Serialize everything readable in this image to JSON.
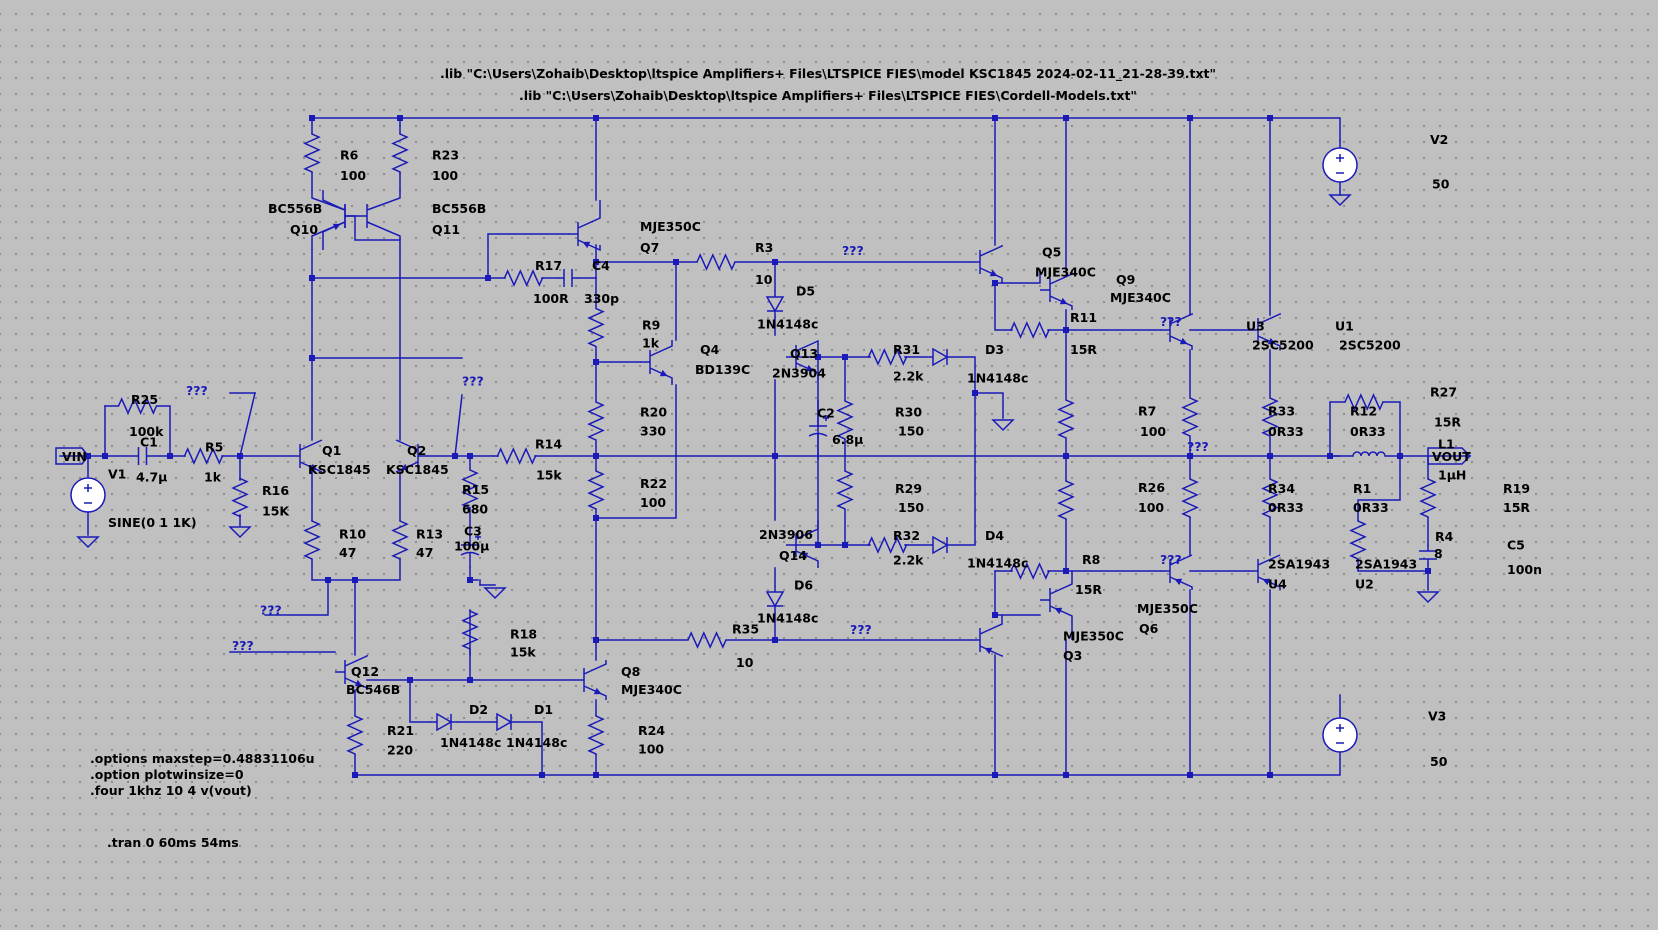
{
  "directives": {
    "lib1": ".lib \"C:\\Users\\Zohaib\\Desktop\\ltspice Amplifiers+ Files\\LTSPICE FIES\\model KSC1845 2024-02-11_21-28-39.txt\"",
    "lib2": ".lib \"C:\\Users\\Zohaib\\Desktop\\ltspice Amplifiers+ Files\\LTSPICE FIES\\Cordell-Models.txt\"",
    "options1": ".options maxstep=0.48831106u",
    "options2": ".option plotwinsize=0",
    "four": ".four 1khz 10 4 v(vout)",
    "tran": ".tran 0 60ms 54ms"
  },
  "ports": {
    "vin": "VIN",
    "vout": "VOUT"
  },
  "net_flag": "???",
  "colors": {
    "wire": "#1a1ab8",
    "background": "#c0c0c0",
    "grid": "#7a7a7a",
    "text": "#000000"
  },
  "components": {
    "R6": {
      "name": "R6",
      "value": "100"
    },
    "R23": {
      "name": "R23",
      "value": "100"
    },
    "Q10": {
      "name": "Q10",
      "model": "BC556B"
    },
    "Q11": {
      "name": "Q11",
      "model": "BC556B"
    },
    "Q7": {
      "name": "Q7",
      "model": "MJE350C"
    },
    "R17": {
      "name": "R17",
      "value": "100R"
    },
    "C4": {
      "name": "C4",
      "value": "330p"
    },
    "R3": {
      "name": "R3",
      "value": "10"
    },
    "D5": {
      "name": "D5",
      "model": "1N4148c"
    },
    "Q5": {
      "name": "Q5",
      "model": "MJE340C"
    },
    "Q9": {
      "name": "Q9",
      "model": "MJE340C"
    },
    "R11": {
      "name": "R11",
      "value": "15R"
    },
    "U3": {
      "name": "U3",
      "model": "2SC5200"
    },
    "U1": {
      "name": "U1",
      "model": "2SC5200"
    },
    "V2": {
      "name": "V2",
      "value": "50"
    },
    "R9": {
      "name": "R9",
      "value": "1k"
    },
    "Q4": {
      "name": "Q4",
      "model": "BD139C"
    },
    "Q13": {
      "name": "Q13",
      "model": "2N3904"
    },
    "R31": {
      "name": "R31",
      "value": "2.2k"
    },
    "D3": {
      "name": "D3",
      "model": "1N4148c"
    },
    "C2": {
      "name": "C2",
      "value": "6.8µ"
    },
    "R30": {
      "name": "R30",
      "value": "150"
    },
    "R7": {
      "name": "R7",
      "value": "100"
    },
    "R33": {
      "name": "R33",
      "value": "0R33"
    },
    "R12": {
      "name": "R12",
      "value": "0R33"
    },
    "R27": {
      "name": "R27",
      "value": "15R"
    },
    "L1": {
      "name": "L1",
      "value": "1µH"
    },
    "R25": {
      "name": "R25",
      "value": "100k"
    },
    "C1": {
      "name": "C1",
      "value": "4.7µ"
    },
    "R5": {
      "name": "R5",
      "value": "1k"
    },
    "V1": {
      "name": "V1",
      "value": "SINE(0 1 1K)"
    },
    "R16": {
      "name": "R16",
      "value": "15K"
    },
    "Q1": {
      "name": "Q1",
      "model": "KSC1845"
    },
    "Q2": {
      "name": "Q2",
      "model": "KSC1845"
    },
    "R15": {
      "name": "R15",
      "value": "680"
    },
    "C3": {
      "name": "C3",
      "value": "100µ"
    },
    "R14": {
      "name": "R14",
      "value": "15k"
    },
    "R20": {
      "name": "R20",
      "value": "330"
    },
    "R22": {
      "name": "R22",
      "value": "100"
    },
    "R29": {
      "name": "R29",
      "value": "150"
    },
    "R26": {
      "name": "R26",
      "value": "100"
    },
    "R34": {
      "name": "R34",
      "value": "0R33"
    },
    "R1": {
      "name": "R1",
      "value": "0R33"
    },
    "R19": {
      "name": "R19",
      "value": "15R"
    },
    "R10": {
      "name": "R10",
      "value": "47"
    },
    "R13": {
      "name": "R13",
      "value": "47"
    },
    "Q14": {
      "name": "Q14",
      "model": "2N3906"
    },
    "R32": {
      "name": "R32",
      "value": "2.2k"
    },
    "D4": {
      "name": "D4",
      "model": "1N4148c"
    },
    "R4": {
      "name": "R4",
      "value": "8"
    },
    "C5": {
      "name": "C5",
      "value": "100n"
    },
    "R8": {
      "name": "R8",
      "value": "15R"
    },
    "U4": {
      "name": "U4",
      "model": "2SA1943"
    },
    "U2": {
      "name": "U2",
      "model": "2SA1943"
    },
    "Q6": {
      "name": "Q6",
      "model": "MJE350C"
    },
    "D6": {
      "name": "D6",
      "model": "1N4148c"
    },
    "R18": {
      "name": "R18",
      "value": "15k"
    },
    "R35": {
      "name": "R35",
      "value": "10"
    },
    "Q3": {
      "name": "Q3",
      "model": "MJE350C"
    },
    "Q12": {
      "name": "Q12",
      "model": "BC546B"
    },
    "Q8": {
      "name": "Q8",
      "model": "MJE340C"
    },
    "R21": {
      "name": "R21",
      "value": "220"
    },
    "D2": {
      "name": "D2",
      "model": "1N4148c"
    },
    "D1": {
      "name": "D1",
      "model": "1N4148c"
    },
    "R24": {
      "name": "R24",
      "value": "100"
    },
    "V3": {
      "name": "V3",
      "value": "50"
    }
  }
}
